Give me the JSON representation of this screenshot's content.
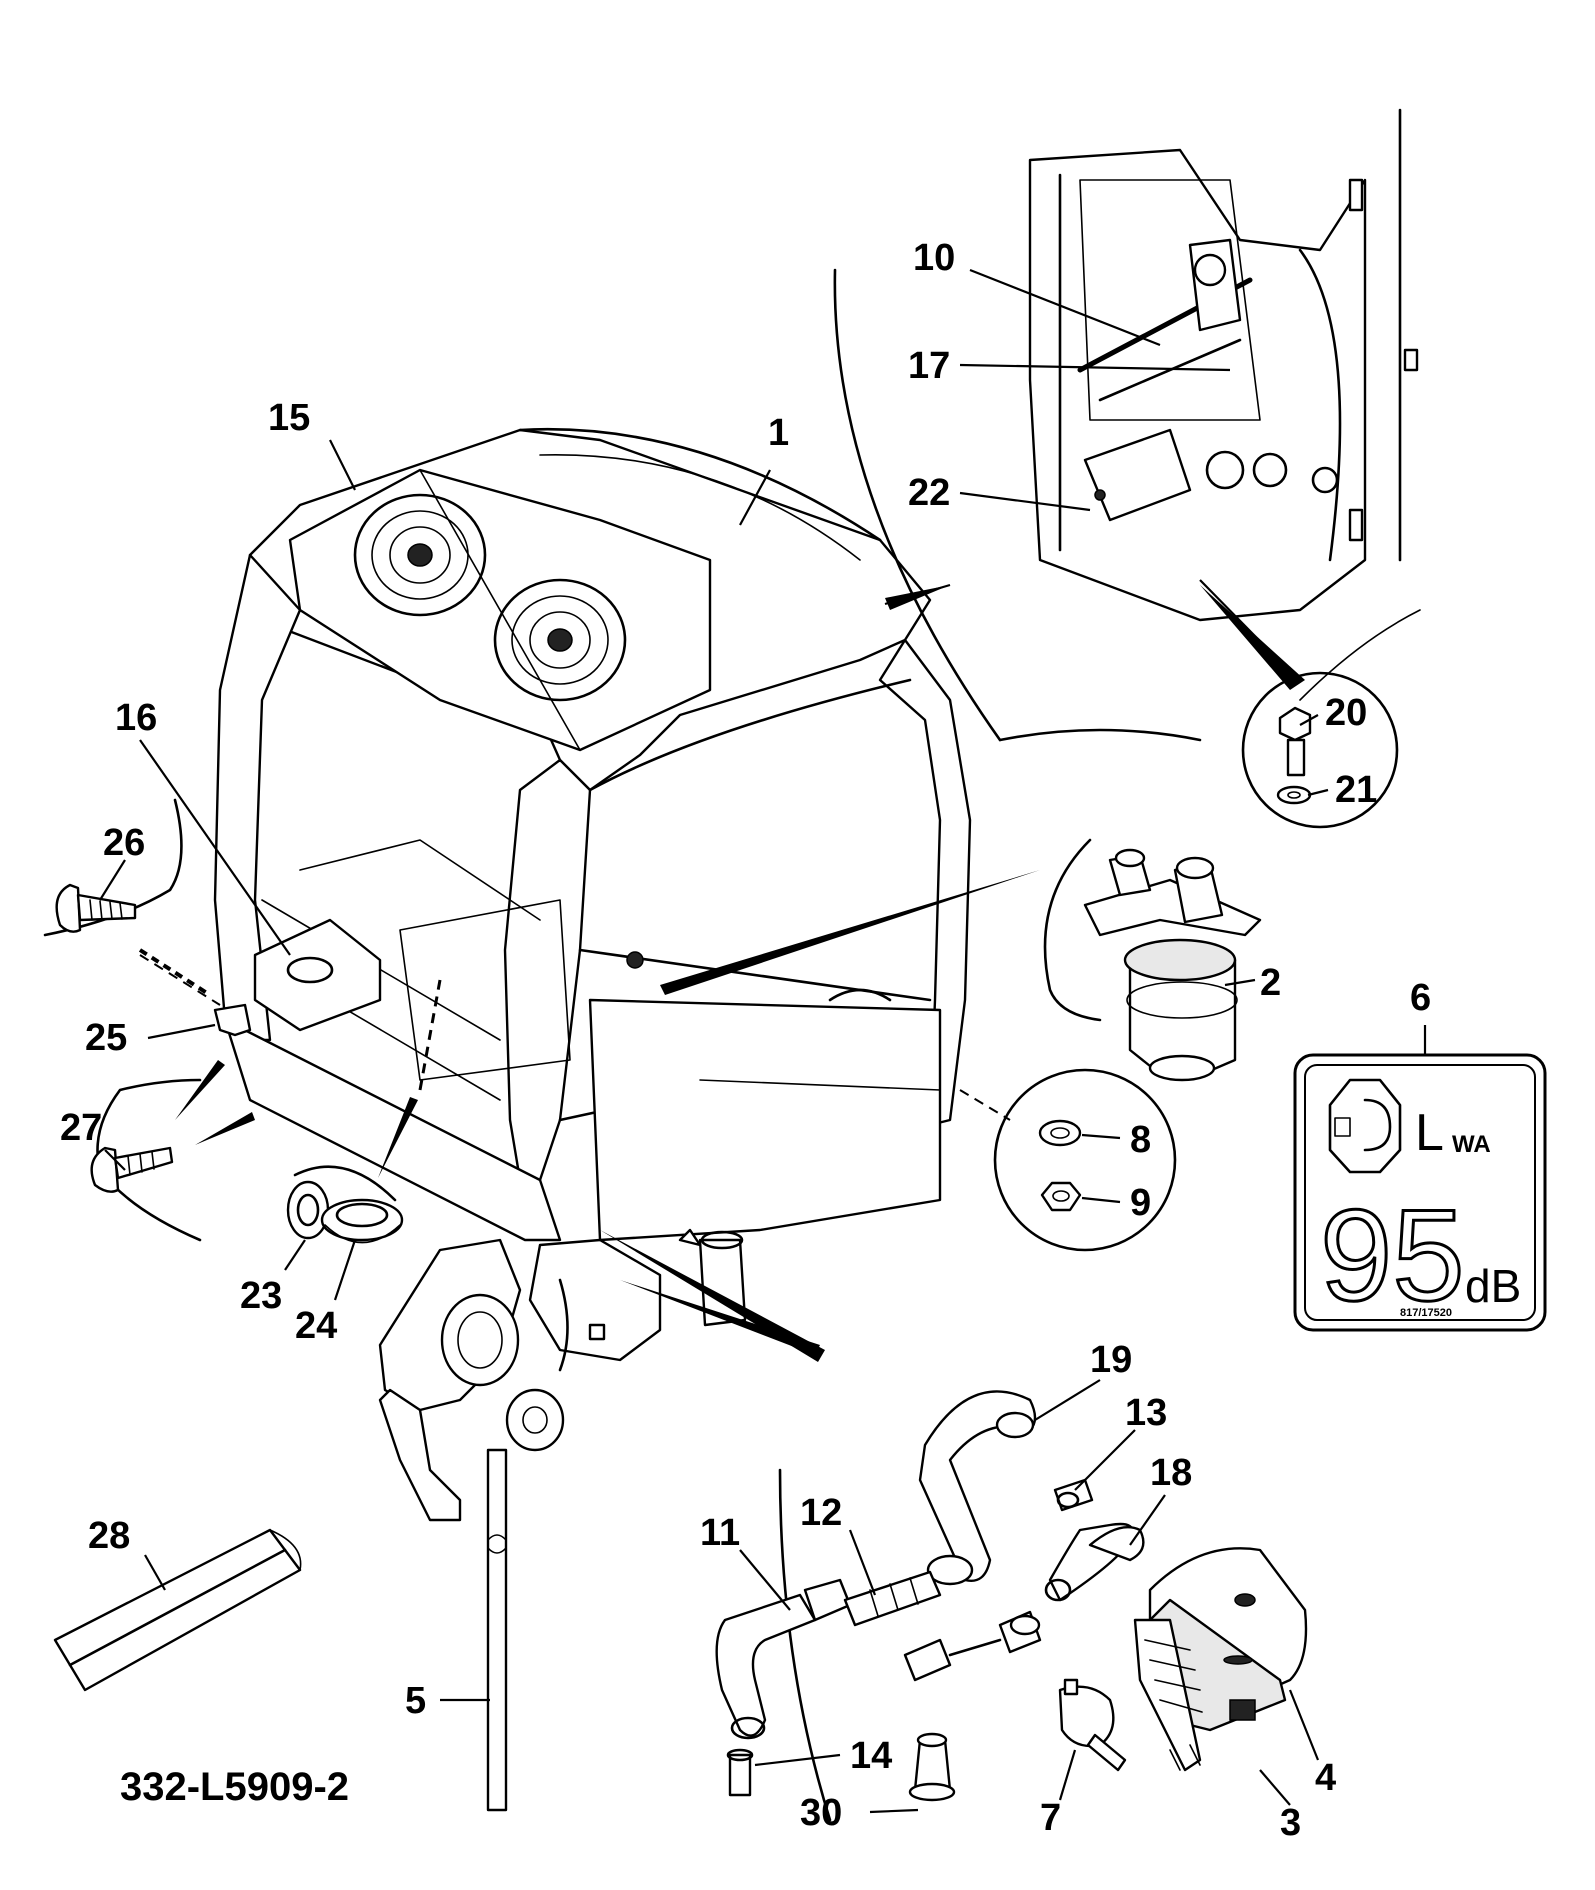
{
  "drawing": {
    "reference_code": "332-L5909-2",
    "callouts": [
      "1",
      "2",
      "3",
      "4",
      "5",
      "6",
      "7",
      "8",
      "9",
      "10",
      "11",
      "12",
      "13",
      "14",
      "15",
      "16",
      "17",
      "18",
      "19",
      "20",
      "21",
      "22",
      "23",
      "24",
      "25",
      "26",
      "27",
      "28",
      "30"
    ]
  },
  "noise_label": {
    "symbol_letter": "L",
    "symbol_subscript": "WA",
    "level_value": "95",
    "level_unit": "dB",
    "part_code": "817/17520"
  }
}
